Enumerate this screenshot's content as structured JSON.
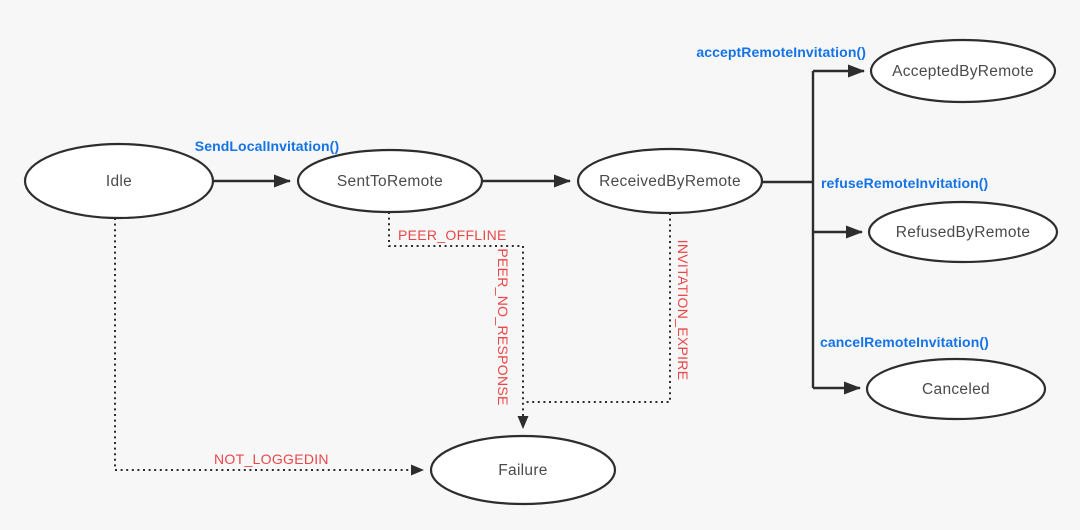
{
  "diagram": {
    "type": "state-machine",
    "states": {
      "idle": "Idle",
      "sent_to_remote": "SentToRemote",
      "received_by_remote": "ReceivedByRemote",
      "accepted_by_remote": "AcceptedByRemote",
      "refused_by_remote": "RefusedByRemote",
      "canceled": "Canceled",
      "failure": "Failure"
    },
    "transitions": {
      "send_local_invitation": "SendLocalInvitation()",
      "accept_remote_invitation": "acceptRemoteInvitation()",
      "refuse_remote_invitation": "refuseRemoteInvitation()",
      "cancel_remote_invitation": "cancelRemoteInvitation()"
    },
    "errors": {
      "peer_offline": "PEER_OFFLINE",
      "peer_no_response": "PEER_NO_RESPONSE",
      "invitation_expire": "INVITATION_EXPIRE",
      "not_loggedin": "NOT_LOGGEDIN"
    },
    "colors": {
      "background": "#f7f7f8",
      "node_fill": "#ffffff",
      "stroke": "#2d2d2d",
      "node_text": "#4a4a4a",
      "api_label": "#1473e6",
      "error_label": "#e94848"
    }
  }
}
